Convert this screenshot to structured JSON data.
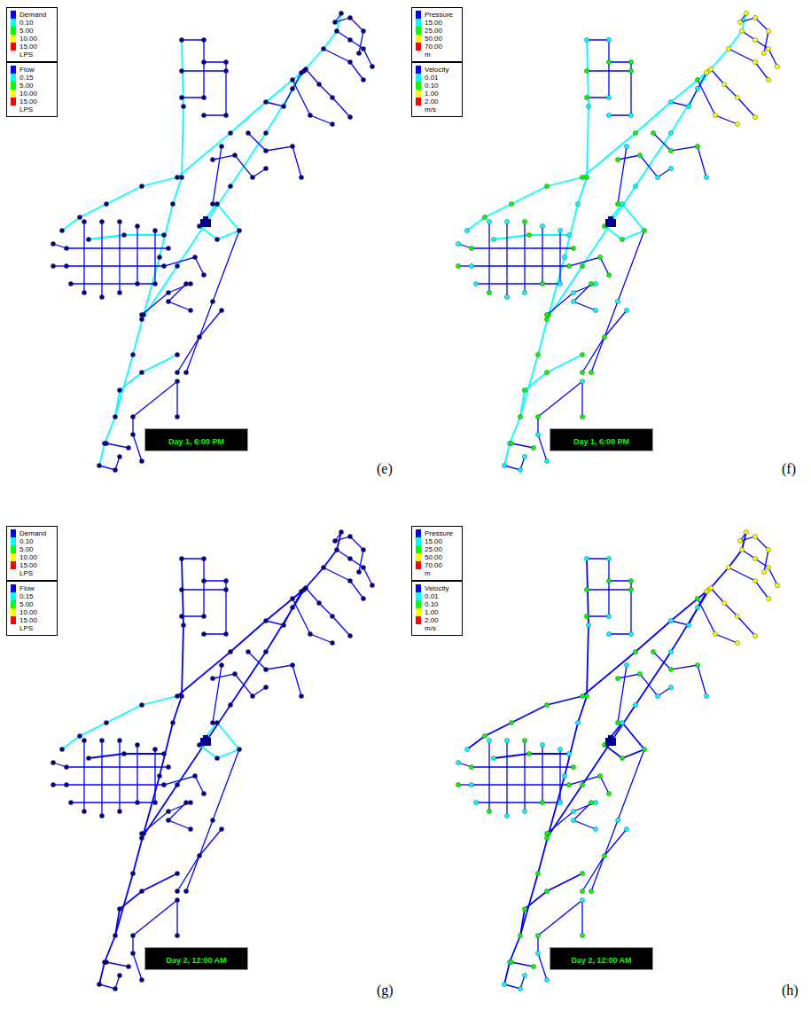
{
  "diagram": {
    "nodes": [
      {
        "text": [
          "Demand",
          "LPS"
        ]
      },
      {
        "text": [
          "Flow",
          "LPS"
        ]
      },
      {
        "text": [
          "Day 1, 6:00 PM"
        ]
      },
      {
        "text": [
          "Pressure",
          "m"
        ]
      },
      {
        "text": [
          "Velocity",
          "m/s"
        ]
      },
      {
        "text": [
          "Day 1, 6:00 PM"
        ]
      },
      {
        "text": [
          "Demand",
          "LPS"
        ]
      },
      {
        "text": [
          "Flow",
          "LPS"
        ]
      },
      {
        "text": [
          "Day 2, 12:00 AM"
        ]
      },
      {
        "text": [
          "Pressure",
          "m"
        ]
      },
      {
        "text": [
          "Velocity",
          "m/s"
        ]
      },
      {
        "text": [
          "Day 2, 12:00 AM"
        ]
      }
    ],
    "labels": [
      "(e)",
      "(f)",
      "(g)",
      "(h)"
    ],
    "legend": [
      {
        "text": "0.10",
        "color": "#00ffff"
      },
      {
        "text": "5.00",
        "color": "#00ff00"
      },
      {
        "text": "10.00",
        "color": "#ffff00"
      },
      {
        "text": "15.00",
        "color": "#ff0000"
      },
      {
        "text": "0.15",
        "color": "#00ffff"
      },
      {
        "text": "5.00",
        "color": "#00ff00"
      },
      {
        "text": "10.00",
        "color": "#ffff00"
      },
      {
        "text": "15.00",
        "color": "#ff0000"
      },
      {
        "text": "15.00",
        "color": "#00ffff"
      },
      {
        "text": "25.00",
        "color": "#00ff00"
      },
      {
        "text": "50.00",
        "color": "#ffff00"
      },
      {
        "text": "70.00",
        "color": "#ff0000"
      },
      {
        "text": "0.01",
        "color": "#00ffff"
      },
      {
        "text": "0.10",
        "color": "#00ff00"
      },
      {
        "text": "1.00",
        "color": "#ffff00"
      },
      {
        "text": "2.00",
        "color": "#ff0000"
      },
      {
        "text": "0.10",
        "color": "#00ffff"
      },
      {
        "text": "5.00",
        "color": "#00ff00"
      },
      {
        "text": "10.00",
        "color": "#ffff00"
      },
      {
        "text": "15.00",
        "color": "#ff0000"
      },
      {
        "text": "0.15",
        "color": "#00ffff"
      },
      {
        "text": "5.00",
        "color": "#00ff00"
      },
      {
        "text": "10.00",
        "color": "#ffff00"
      },
      {
        "text": "15.00",
        "color": "#ff0000"
      },
      {
        "text": "15.00",
        "color": "#00ffff"
      },
      {
        "text": "25.00",
        "color": "#00ff00"
      },
      {
        "text": "50.00",
        "color": "#ffff00"
      },
      {
        "text": "70.00",
        "color": "#ff0000"
      },
      {
        "text": "0.01",
        "color": "#00ffff"
      },
      {
        "text": "0.10",
        "color": "#00ff00"
      },
      {
        "text": "1.00",
        "color": "#ffff00"
      },
      {
        "text": "2.00",
        "color": "#ff0000"
      }
    ]
  }
}
